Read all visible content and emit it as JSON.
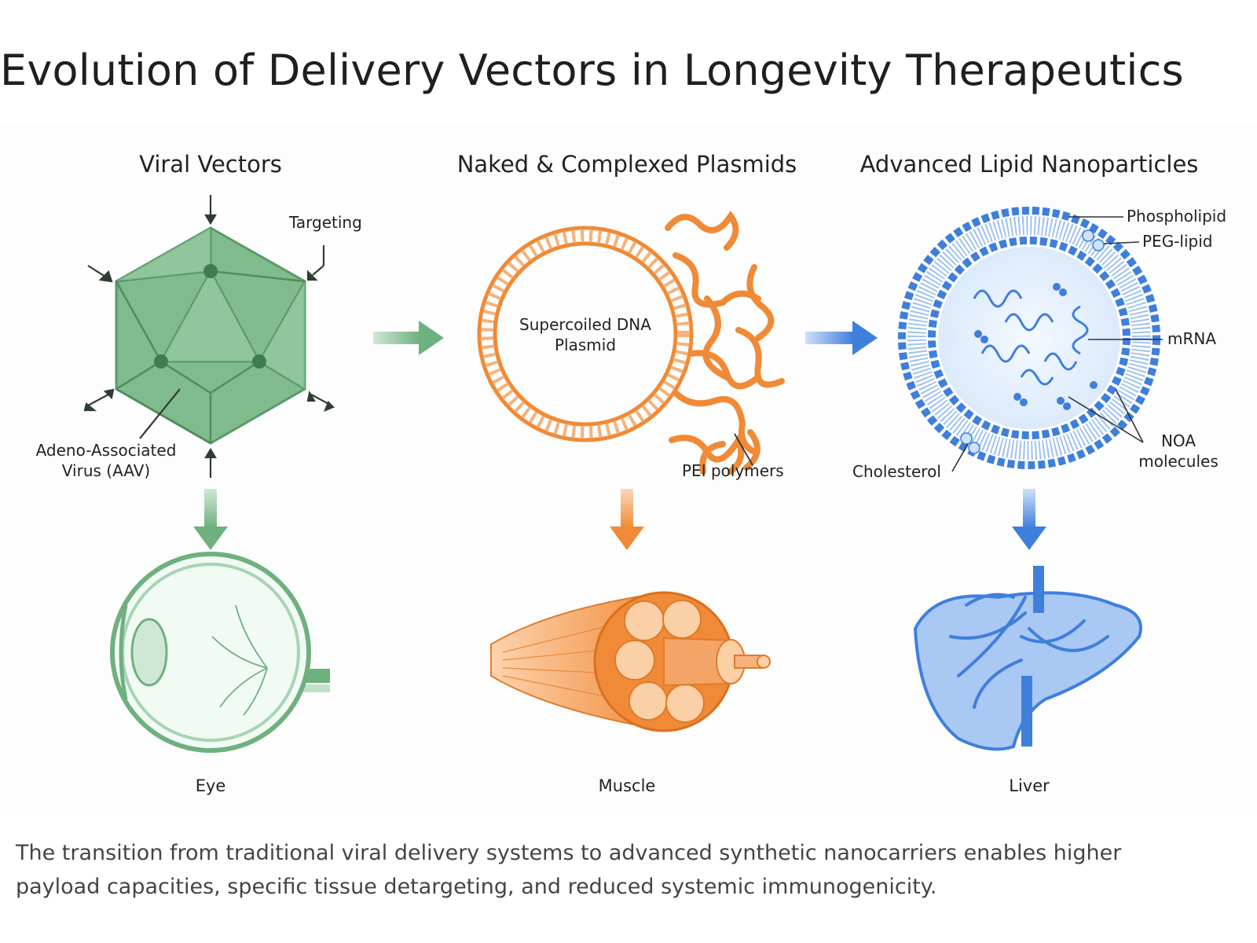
{
  "title": "Evolution of Delivery Vectors in Longevity Therapeutics",
  "columns": [
    {
      "heading": "Viral Vectors",
      "organ": "Eye",
      "color": "#6fb07f"
    },
    {
      "heading": "Naked & Complexed Plasmids",
      "organ": "Muscle",
      "color": "#f08a36"
    },
    {
      "heading": "Advanced Lipid Nanoparticles",
      "organ": "Liver",
      "color": "#3f7fdc"
    }
  ],
  "labels": {
    "targeting": "Targeting",
    "aav_line1": "Adeno-Associated",
    "aav_line2": "Virus (AAV)",
    "plasmid_line1": "Supercoiled DNA",
    "plasmid_line2": "Plasmid",
    "pei": "PEI polymers",
    "phospholipid": "Phospholipid",
    "peg_lipid": "PEG-lipid",
    "mrna": "mRNA",
    "noa_line1": "NOA",
    "noa_line2": "molecules",
    "cholesterol": "Cholesterol"
  },
  "caption": "The transition from traditional viral delivery systems to advanced synthetic nanocarriers enables higher payload capacities, specific tissue detargeting, and reduced systemic immunogenicity."
}
